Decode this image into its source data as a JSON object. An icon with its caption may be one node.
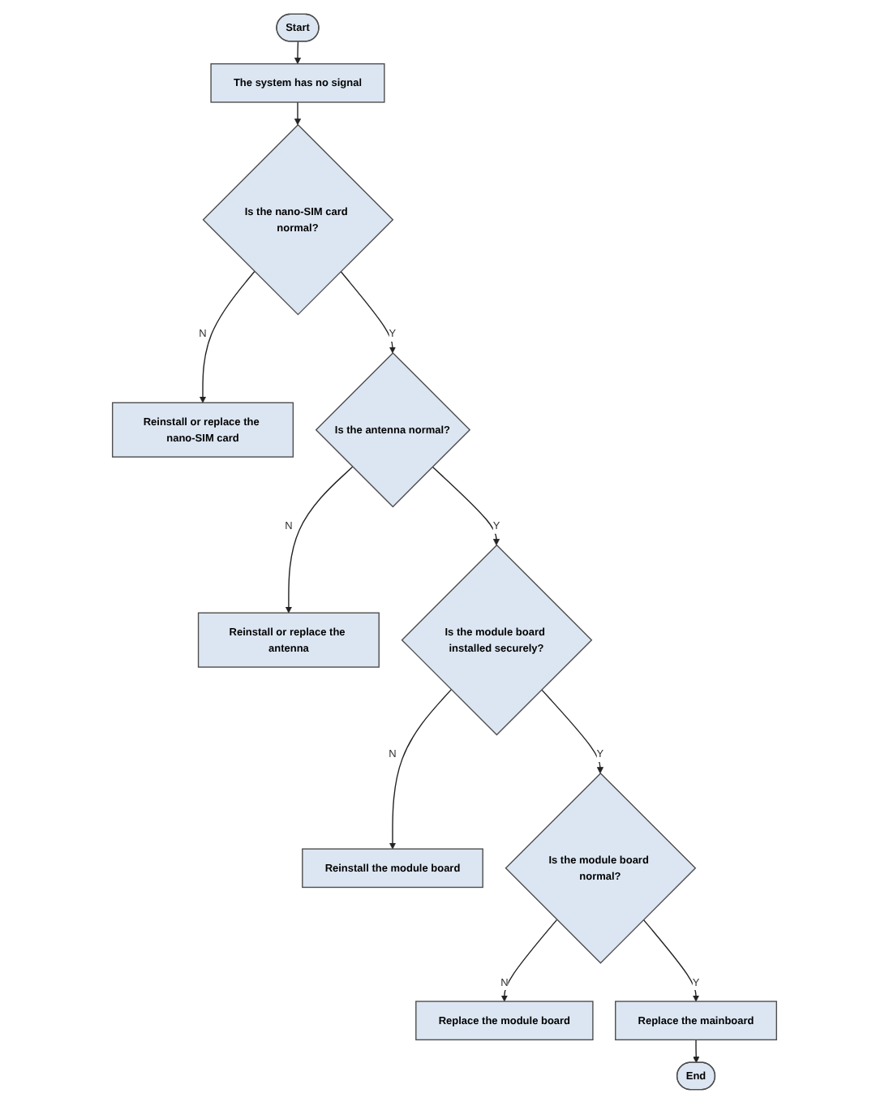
{
  "diagram": {
    "nodes": [
      {
        "text": [
          "Start"
        ]
      },
      {
        "text": [
          "The system has no signal"
        ]
      },
      {
        "text": [
          "Is the nano-SIM card normal?"
        ]
      },
      {
        "text": [
          "Reinstall or replace the nano-SIM card"
        ]
      },
      {
        "text": [
          "Is the antenna normal?"
        ]
      },
      {
        "text": [
          "Reinstall or replace the antenna"
        ]
      },
      {
        "text": [
          "Is the module board installed securely?"
        ]
      },
      {
        "text": [
          "Reinstall the module board"
        ]
      },
      {
        "text": [
          "Is the module board normal?"
        ]
      },
      {
        "text": [
          "Replace the module board"
        ]
      },
      {
        "text": [
          "Replace the mainboard"
        ]
      },
      {
        "text": [
          "End"
        ]
      }
    ],
    "edges": [
      {
        "from": 0,
        "to": 1,
        "arrow": "to"
      },
      {
        "from": 1,
        "to": 2,
        "arrow": "to"
      },
      {
        "from": 2,
        "to": 3,
        "arrow": "to",
        "label": "N"
      },
      {
        "from": 2,
        "to": 4,
        "arrow": "to",
        "label": "Y"
      },
      {
        "from": 4,
        "to": 5,
        "arrow": "to",
        "label": "N"
      },
      {
        "from": 4,
        "to": 6,
        "arrow": "to",
        "label": "Y"
      },
      {
        "from": 6,
        "to": 7,
        "arrow": "to",
        "label": "N"
      },
      {
        "from": 6,
        "to": 8,
        "arrow": "to",
        "label": "Y"
      },
      {
        "from": 8,
        "to": 9,
        "arrow": "to",
        "label": "N"
      },
      {
        "from": 8,
        "to": 10,
        "arrow": "to",
        "label": "Y"
      },
      {
        "from": 10,
        "to": 11,
        "arrow": "to"
      }
    ]
  }
}
